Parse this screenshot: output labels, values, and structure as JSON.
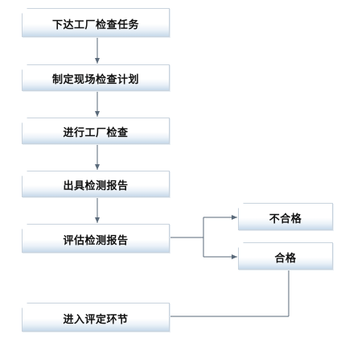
{
  "steps": [
    {
      "label": "下达工厂检查任务"
    },
    {
      "label": "制定现场检查计划"
    },
    {
      "label": "进行工厂检查"
    },
    {
      "label": "出具检测报告"
    },
    {
      "label": "评估检测报告"
    },
    {
      "label": "进入评定环节"
    }
  ],
  "outcomes": [
    {
      "label": "不合格"
    },
    {
      "label": "合格"
    }
  ],
  "colors": {
    "line": "#5a6a7a",
    "box_border": "#c9d3dd",
    "box_gradient_bottom": "#c7d9ea"
  }
}
